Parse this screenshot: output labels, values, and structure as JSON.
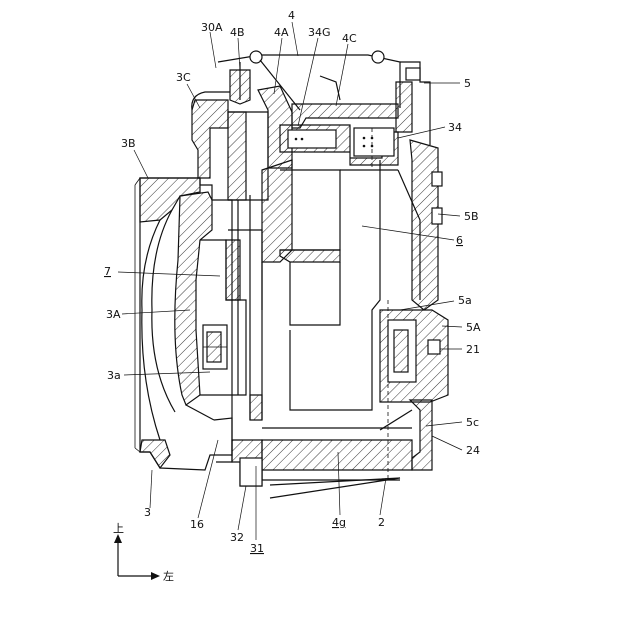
{
  "labels": {
    "l30A": "30A",
    "l4": "4",
    "l4B": "4B",
    "l4A": "4A",
    "l34G": "34G",
    "l4C": "4C",
    "l5": "5",
    "l3C": "3C",
    "l34": "34",
    "l3B": "3B",
    "l5B": "5B",
    "l6": "6",
    "l7": "7",
    "l5a": "5a",
    "l3A": "3A",
    "l5A": "5A",
    "l21": "21",
    "l3a": "3a",
    "l5c": "5c",
    "l24": "24",
    "l3": "3",
    "l16": "16",
    "l32": "32",
    "l31": "31",
    "l4g": "4g",
    "l2": "2"
  },
  "axes": {
    "up": "上",
    "left": "左"
  }
}
